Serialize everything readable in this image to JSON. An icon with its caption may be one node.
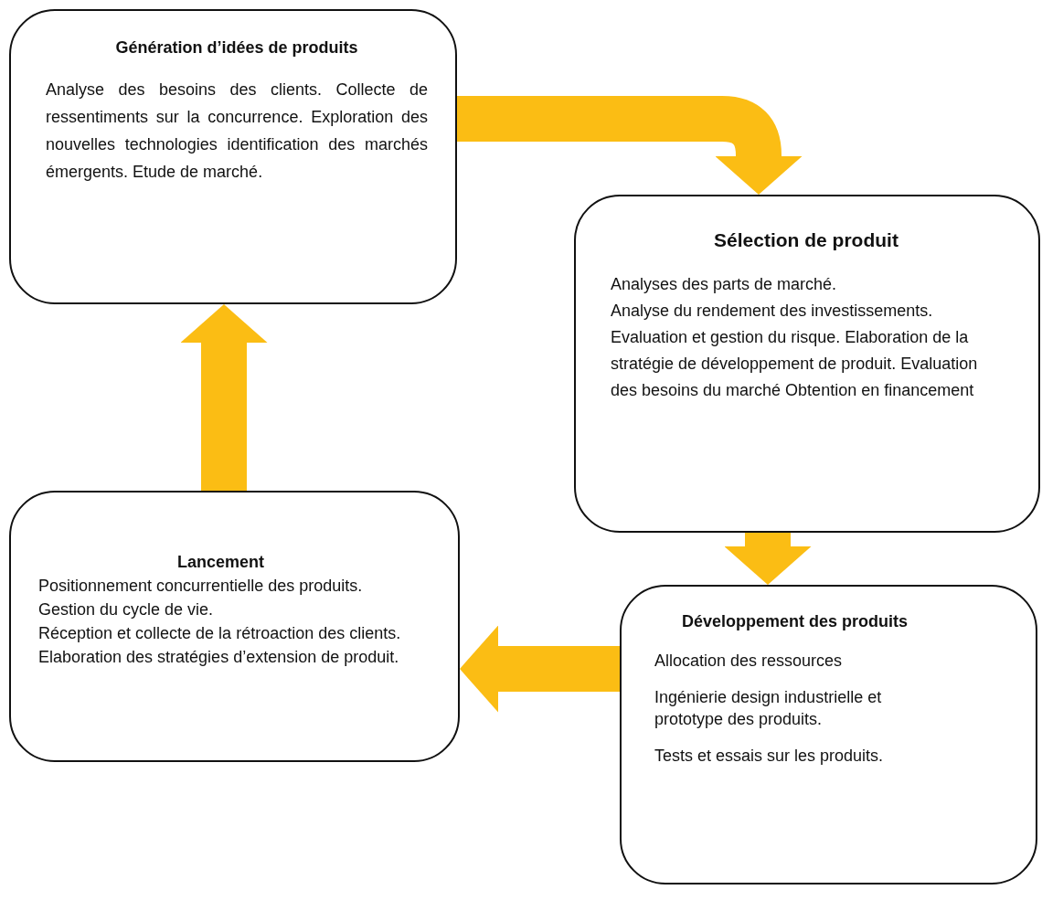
{
  "diagram": {
    "nodes": [
      {
        "text": [
          "Génération d’idées de produits",
          "Analyse des besoins des clients. Collecte de ressentiments sur la concurrence. Exploration des nouvelles technologies identification des marchés émergents. Etude de marché."
        ]
      },
      {
        "text": [
          "Sélection de produit",
          "Analyses des parts de marché.",
          "Analyse du rendement des investissements. Evaluation et gestion du risque. Elaboration de la stratégie de développement de produit. Evaluation des besoins du marché Obtention en financement"
        ]
      },
      {
        "text": [
          "Développement des produits",
          "Allocation des ressources",
          "Ingénierie design industrielle et prototype des produits.",
          "Tests et essais sur les produits."
        ]
      },
      {
        "text": [
          "Lancement",
          "Positionnement concurrentielle des produits.",
          "Gestion du cycle de vie.",
          "Réception et collecte de la rétroaction des clients.",
          "Elaboration des stratégies d’extension de produit."
        ]
      }
    ],
    "edges": [
      {
        "from": 0,
        "to": 1,
        "arrow": "to"
      },
      {
        "from": 1,
        "to": 2,
        "arrow": "to"
      },
      {
        "from": 2,
        "to": 3,
        "arrow": "to"
      },
      {
        "from": 3,
        "to": 0,
        "arrow": "to"
      }
    ]
  }
}
